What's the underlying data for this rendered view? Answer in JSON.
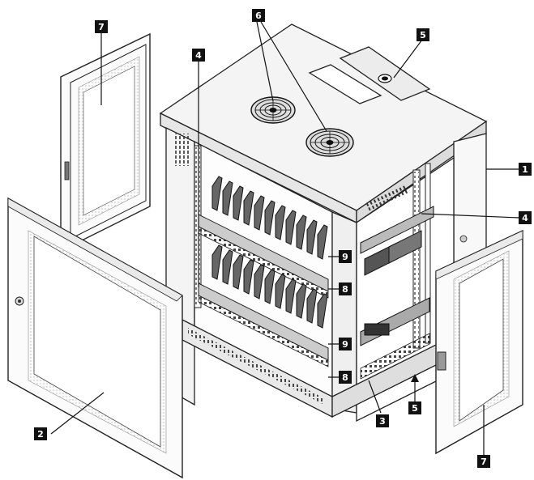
{
  "diagram": {
    "callouts": [
      {
        "id": "c1",
        "label": "1"
      },
      {
        "id": "c2",
        "label": "2"
      },
      {
        "id": "c3",
        "label": "3"
      },
      {
        "id": "c4a",
        "label": "4"
      },
      {
        "id": "c4b",
        "label": "4"
      },
      {
        "id": "c5a",
        "label": "5"
      },
      {
        "id": "c5b",
        "label": "5"
      },
      {
        "id": "c6",
        "label": "6"
      },
      {
        "id": "c7a",
        "label": "7"
      },
      {
        "id": "c7b",
        "label": "7"
      },
      {
        "id": "c8a",
        "label": "8"
      },
      {
        "id": "c8b",
        "label": "8"
      },
      {
        "id": "c9a",
        "label": "9"
      },
      {
        "id": "c9b",
        "label": "9"
      }
    ]
  }
}
